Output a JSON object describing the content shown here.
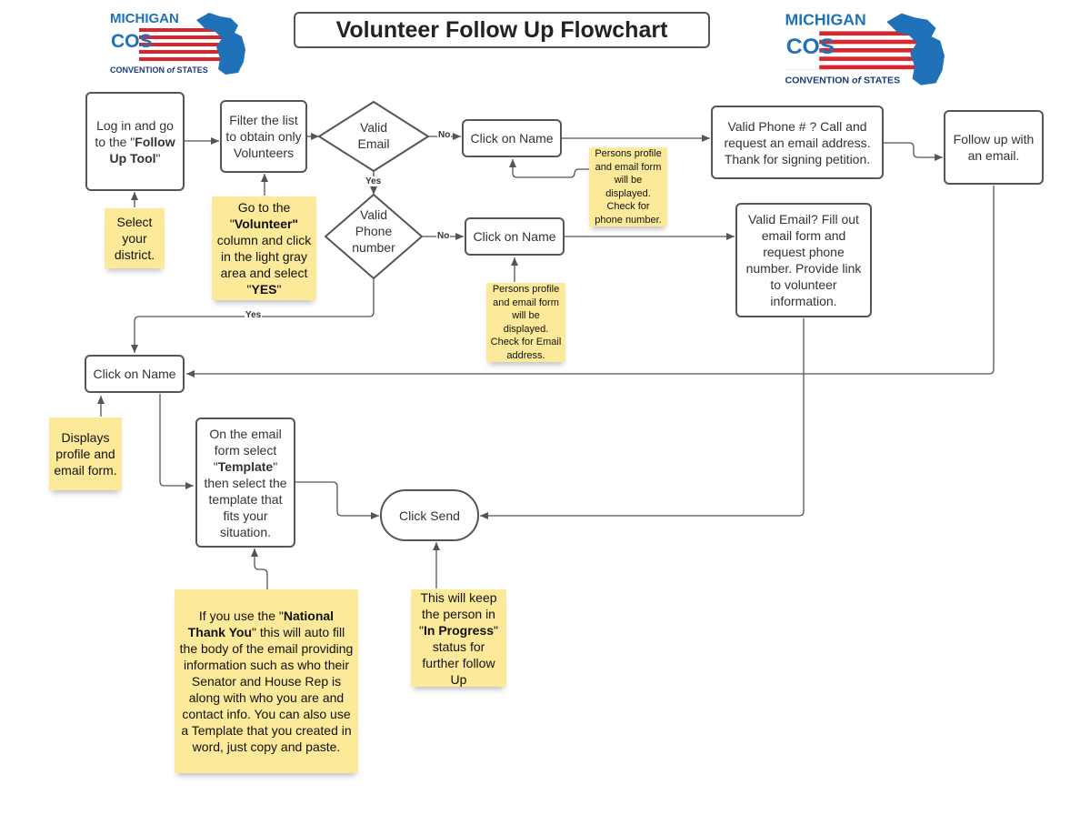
{
  "title": "Volunteer Follow Up Flowchart",
  "logo": {
    "top": "MICHIGAN",
    "mid": "COS",
    "bottom_pre": "CONVENTION",
    "bottom_of": "of",
    "bottom_post": "STATES",
    "colors": {
      "blue": "#1f72b8",
      "red": "#d8262e",
      "navy": "#1b3a78"
    }
  },
  "nodes": {
    "login": {
      "pre": "Log in and go to the \"",
      "bold": "Follow Up Tool",
      "post": "\""
    },
    "filter": "Filter the list to obtain only Volunteers",
    "valid_email_q": "Valid Email",
    "click_name_1": "Click on Name",
    "valid_phone_call": "Valid Phone # ? Call and request an email address. Thank for signing petition.",
    "follow_up_email": "Follow up with an email.",
    "valid_phone_q": "Valid Phone number",
    "click_name_2": "Click on Name",
    "valid_email_fill": "Valid Email? Fill out email form and request phone number. Provide link to volunteer information.",
    "click_name_3": "Click on Name",
    "template": {
      "pre": "On the email form select \"",
      "bold": "Template",
      "post": "\" then select the template that fits your situation."
    },
    "click_send": "Click Send"
  },
  "notes": {
    "district": "Select your district.",
    "volunteer": {
      "pre": "Go to the \"",
      "bold1": "Volunteer\"",
      "mid": " column and click in the light gray area and select \"",
      "bold2": "YES",
      "post": "\""
    },
    "profile_phone": "Persons profile and email form will be displayed. Check for phone number.",
    "profile_email": "Persons profile and email form will be displayed. Check for Email address.",
    "displays": "Displays profile and email form.",
    "national": {
      "pre": "If you use the \"",
      "bold": "National Thank You",
      "post": "\" this will auto fill the body of the email providing information such as who their Senator and House Rep is along with who you are and contact info. You can also use a Template that you created in word, just copy and paste."
    },
    "inprogress": {
      "pre": "This will keep the person in \"",
      "bold": "In Progress",
      "post": "\" status for further follow Up"
    }
  },
  "edge_labels": {
    "no": "No",
    "yes": "Yes"
  }
}
